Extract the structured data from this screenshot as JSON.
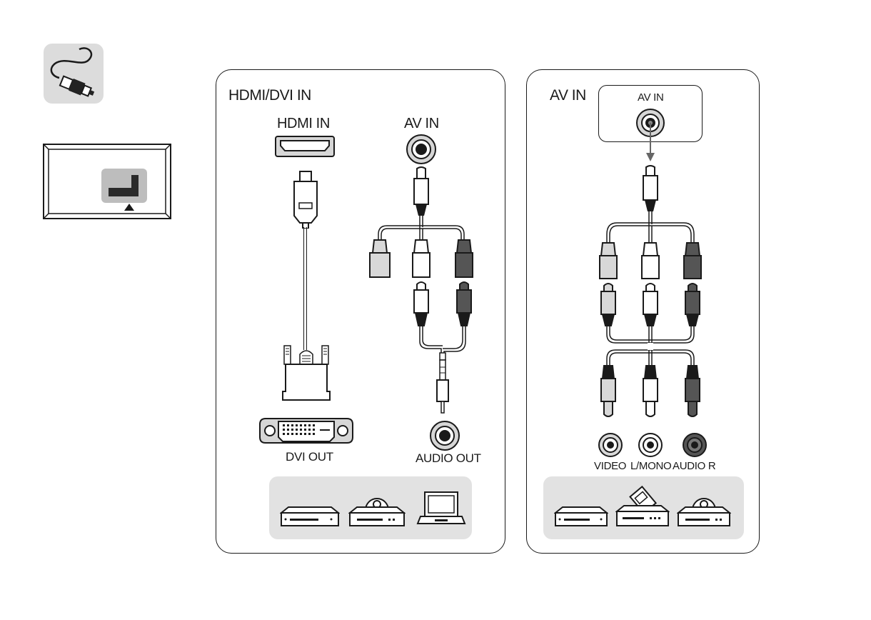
{
  "icons": {
    "cable": "cable-icon",
    "tv_rear": "tv-rear-panel-icon"
  },
  "hdmi_panel": {
    "title": "HDMI/DVI IN",
    "hdmi_port_label": "HDMI IN",
    "av_port_label": "AV IN",
    "dvi_out_label": "DVI OUT",
    "audio_out_label": "AUDIO OUT",
    "devices": [
      "set-top-box-icon",
      "dvd-player-icon",
      "laptop-icon"
    ]
  },
  "av_panel": {
    "title": "AV IN",
    "inset_label": "AV IN",
    "jack_labels": [
      "VIDEO",
      "L/MONO",
      "AUDIO R"
    ],
    "devices": [
      "set-top-box-icon",
      "vcr-icon",
      "dvd-player-icon"
    ]
  },
  "colors": {
    "plug_white": "#ffffff",
    "plug_grey": "#d8d8d8",
    "plug_dark": "#555555",
    "device_bg": "#e2e2e2",
    "stroke": "#1a1a1a"
  }
}
